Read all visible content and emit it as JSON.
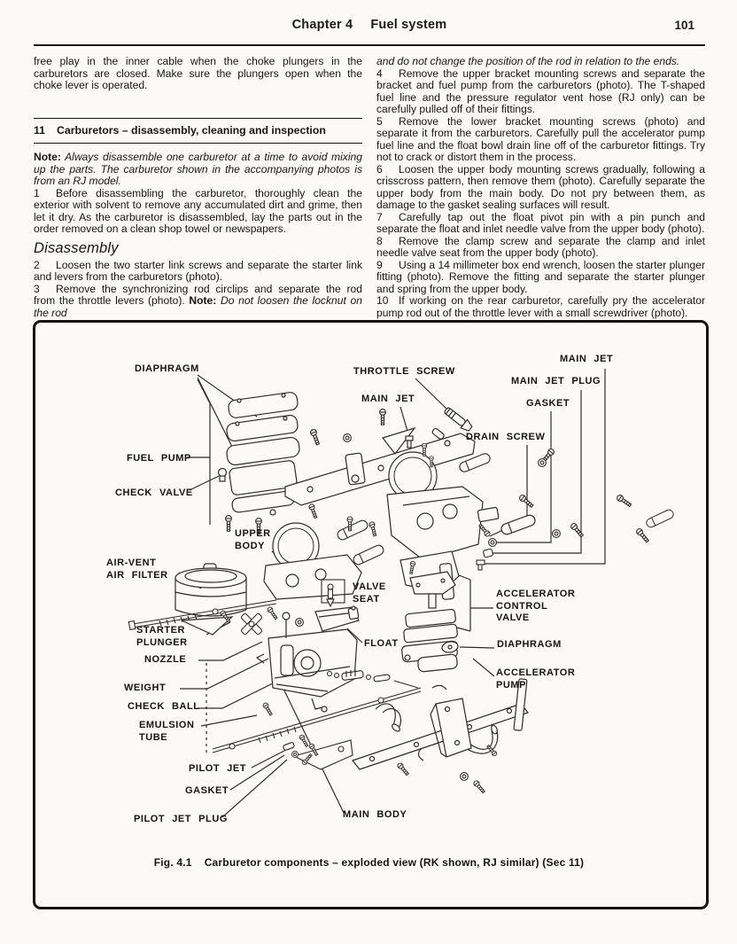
{
  "header": {
    "chapter": "Chapter 4",
    "title": "Fuel system",
    "page_number": "101"
  },
  "left": {
    "intro": "free play in the inner cable when the choke plungers in the carburetors are closed. Make sure the plungers open when the choke lever is operated.",
    "section_num": "11",
    "section_title": "Carburetors – disassembly, cleaning and inspection",
    "note_label": "Note:",
    "note_text": " Always disassemble one carburetor at a time to avoid mixing up the parts. The carburetor shown in the accompanying photos is from an RJ model.",
    "s1n": "1",
    "s1": "Before disassembling the carburetor, thoroughly clean the exterior with solvent to remove any accumulated dirt and grime, then let it dry. As the carburetor is disassembled, lay the parts out in the order removed on a clean shop towel or newspapers.",
    "subhead": "Disassembly",
    "s2n": "2",
    "s2": "Loosen the two starter link screws and separate the starter link and levers from the carburetors (photo).",
    "s3n": "3",
    "s3": "Remove the synchronizing rod circlips and separate the rod from the throttle levers (photo). ",
    "s3_note_label": "Note:",
    "s3_note": " Do not loosen the locknut on the rod"
  },
  "right": {
    "cont": "and do not change the position of the rod in relation to the ends.",
    "s4n": "4",
    "s4": "Remove the upper bracket mounting screws and separate the bracket and fuel pump from the carburetors (photo). The T-shaped fuel line and the pressure regulator vent hose (RJ only) can be carefully pulled off of their fittings.",
    "s5n": "5",
    "s5": "Remove the lower bracket mounting screws (photo) and separate it from the carburetors. Carefully pull the accelerator pump fuel line and the float bowl drain line off of the carburetor fittings. Try not to crack or distort them in the process.",
    "s6n": "6",
    "s6": "Loosen the upper body mounting screws gradually, following a crisscross pattern, then remove them (photo). Carefully separate the upper body from the main body. Do not pry between them, as damage to the gasket sealing surfaces will result.",
    "s7n": "7",
    "s7": "Carefully tap out the float pivot pin with a pin punch and separate the float and inlet needle valve from the upper body (photo).",
    "s8n": "8",
    "s8": "Remove the clamp screw and separate the clamp and inlet needle valve seat from the upper body (photo).",
    "s9n": "9",
    "s9": "Using a 14 millimeter box end wrench, loosen the starter plunger fitting (photo). Remove the fitting and separate the starter plunger and spring from the upper body.",
    "s10n": "10",
    "s10": "If working on the rear carburetor, carefully pry the accelerator pump rod out of the throttle lever with a small screwdriver (photo)."
  },
  "figure": {
    "caption_fig": "Fig. 4.1",
    "caption_text": "Carburetor components – exploded view (RK shown, RJ similar) (Sec 11)",
    "labels": {
      "diaphragm_top": "DIAPHRAGM",
      "throttle_screw": "THROTTLE SCREW",
      "main_jet_right": "MAIN JET",
      "main_jet_plug": "MAIN JET PLUG",
      "gasket_top": "GASKET",
      "main_jet_left": "MAIN JET",
      "drain_screw": "DRAIN SCREW",
      "fuel_pump": "FUEL PUMP",
      "check_valve": "CHECK VALVE",
      "upper_body": "UPPER\nBODY",
      "air_vent_air_filter": "AIR-VENT\nAIR FILTER",
      "valve_seat": "VALVE\nSEAT",
      "accelerator_control_valve": "ACCELERATOR\nCONTROL\nVALVE",
      "starter_plunger": "STARTER\nPLUNGER",
      "float": "FLOAT",
      "diaphragm_right": "DIAPHRAGM",
      "nozzle": "NOZZLE",
      "accelerator_pump": "ACCELERATOR\nPUMP",
      "weight": "WEIGHT",
      "check_ball": "CHECK BALL",
      "emulsion_tube": "EMULSION\nTUBE",
      "pilot_jet": "PILOT JET",
      "gasket_bottom": "GASKET",
      "pilot_jet_plug": "PILOT JET PLUG",
      "main_body": "MAIN BODY"
    }
  }
}
